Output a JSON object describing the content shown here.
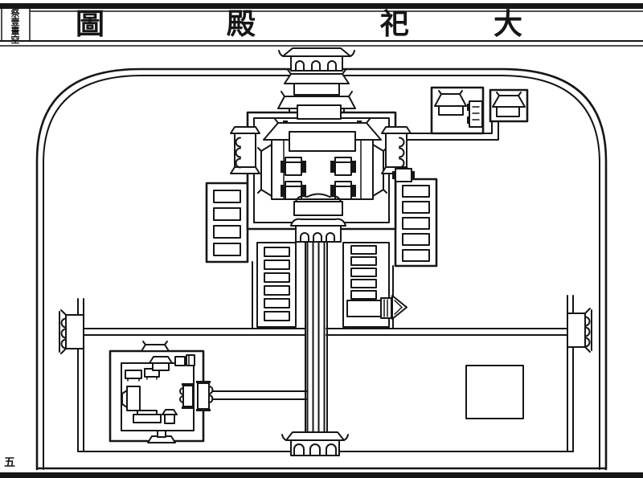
{
  "palette": {
    "paper": "#ffffff",
    "ink": "#161616"
  },
  "header": {
    "title_chars": [
      "大",
      "祀",
      "殿",
      "圖"
    ],
    "title_text": "大祀殿圖",
    "margin_label_chars": [
      "祭",
      "壹",
      "畫",
      "空"
    ]
  },
  "footer": {
    "page_number": "五"
  },
  "diagram": {
    "kind": "woodblock-architectural-plan",
    "icon_names": [
      "outer-precinct-wall",
      "inner-precinct-wall",
      "dividing-wall",
      "north-gate-tower",
      "great-hall-compound",
      "great-hall",
      "altar-platform",
      "altar",
      "south-porch",
      "west-side-gate",
      "east-side-gate",
      "side-table",
      "northeast-connector-path",
      "northeast-enclosure-a",
      "northeast-enclosure-b",
      "west-wing-gallery",
      "east-wing-gallery",
      "west-corridor-court",
      "east-corridor-court",
      "inner-south-gate",
      "causeway",
      "southeast-pennant-gate",
      "west-precinct-gate",
      "east-precinct-gate",
      "kitchen-compound",
      "kitchen-east-gates",
      "kitchen-path",
      "empty-platform",
      "south-precinct-gate",
      "bottom-border-bar"
    ]
  }
}
